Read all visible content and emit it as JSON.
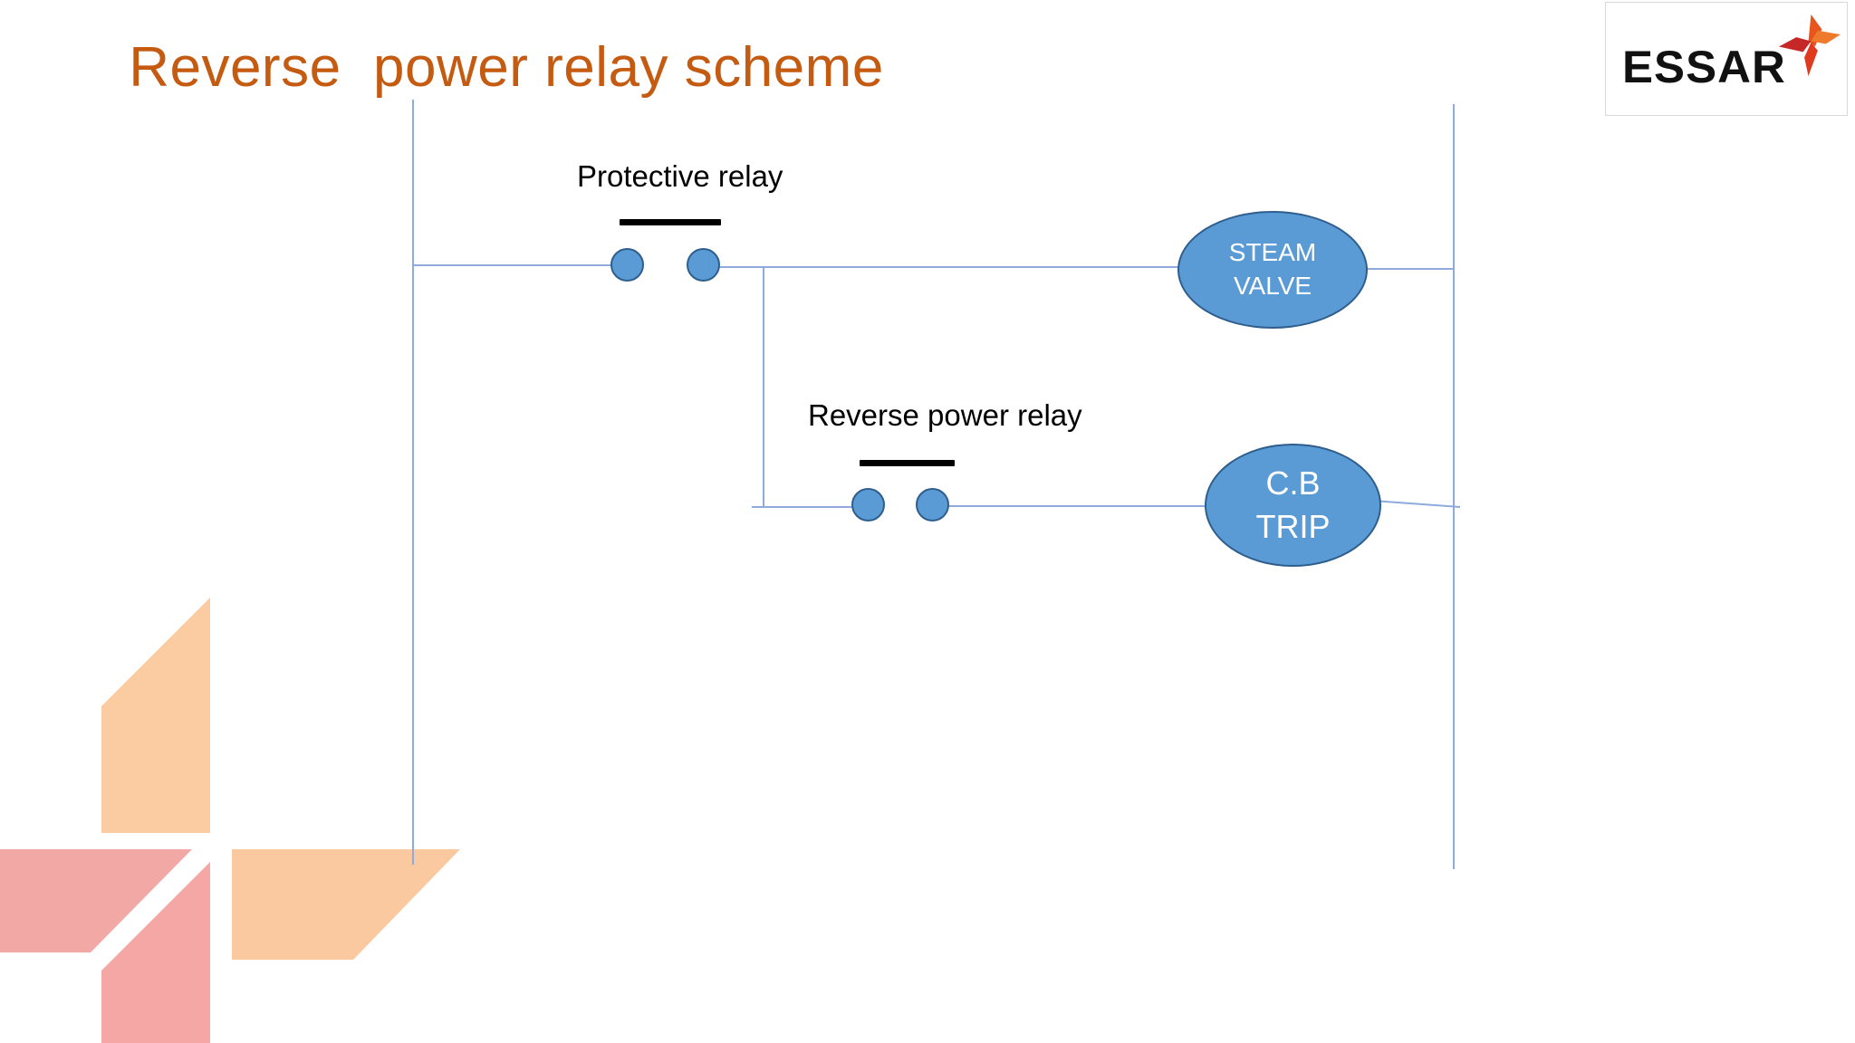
{
  "slide": {
    "title": "Reverse  power relay scheme",
    "title_color": "#C55A11",
    "background_color": "#FFFFFF"
  },
  "logo": {
    "wordmark": "ESSAR",
    "wordmark_color": "#111111",
    "star_colors": [
      "#E8541E",
      "#C62828",
      "#F07B2E",
      "#E03A1E"
    ]
  },
  "diagram": {
    "type": "ladder-logic-relay-scheme",
    "wire_color": "#8FAADC",
    "contact_fill": "#5B9BD5",
    "contact_stroke": "#2E5E8E",
    "bar_color": "#000000",
    "rungs": [
      {
        "label": "Protective relay",
        "contact_count": 2,
        "output": "STEAM VALVE"
      },
      {
        "label": "Reverse power relay",
        "contact_count": 2,
        "output": "C.B TRIP"
      }
    ],
    "nodes": {
      "steam_valve_line1": "STEAM",
      "steam_valve_line2": "VALVE",
      "cb_trip_line1": "C.B",
      "cb_trip_line2": "TRIP"
    }
  },
  "decoration": {
    "name": "essar-pinwheel-watermark",
    "blade_colors": {
      "top": "#FBCBA1",
      "left": "#F2A9A6",
      "bottom": "#F4A7A4",
      "right": "#FBC9A0"
    }
  }
}
